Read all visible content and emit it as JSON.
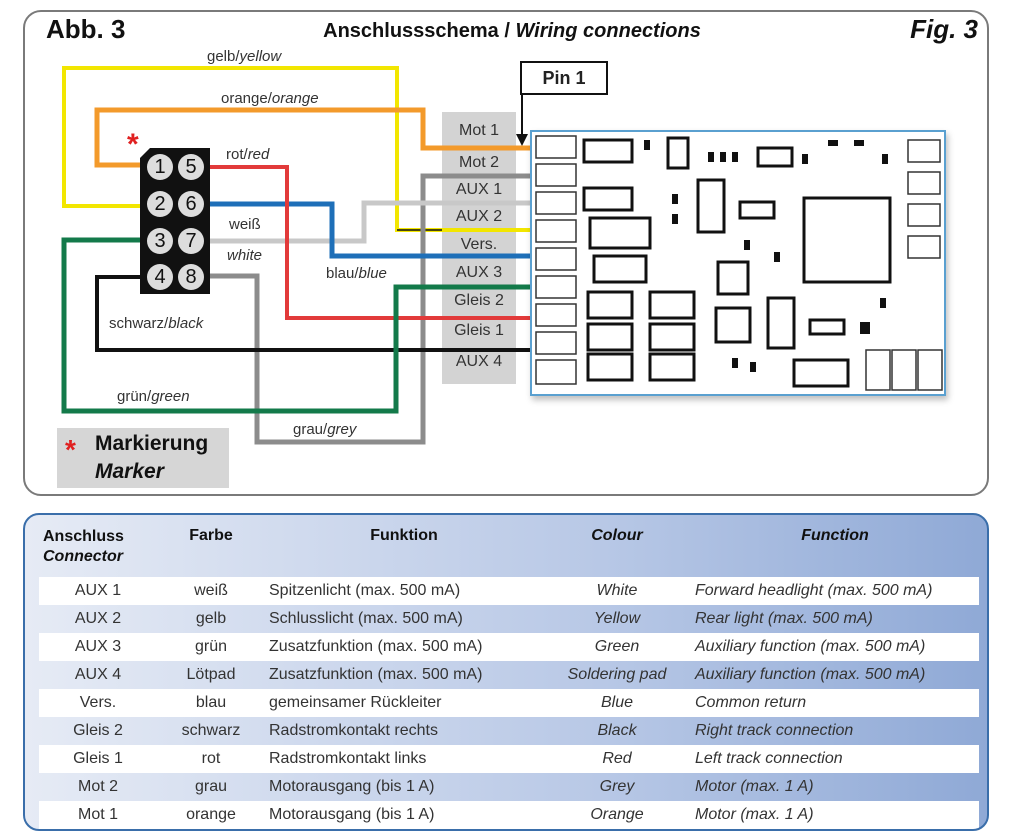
{
  "figure": {
    "abb_label": "Abb. 3",
    "fig_label": "Fig. 3",
    "title_de": "Anschlussschema / ",
    "title_en": "Wiring connections",
    "pin1_label": "Pin 1",
    "marker_de": "Markierung",
    "marker_en": "Marker",
    "marker_symbol": "*",
    "connector_pins": [
      "1",
      "5",
      "2",
      "6",
      "3",
      "7",
      "4",
      "8"
    ],
    "pin_labels": [
      "Mot 1",
      "Mot 2",
      "AUX 1",
      "AUX 2",
      "Vers.",
      "AUX 3",
      "Gleis 2",
      "Gleis 1",
      "AUX 4"
    ],
    "wire_labels": {
      "yellow": {
        "de": "gelb/",
        "en": "yellow"
      },
      "orange": {
        "de": "orange/",
        "en": "orange"
      },
      "red": {
        "de": "rot/",
        "en": "red"
      },
      "white_de": "weiß",
      "white_en": "white",
      "blue": {
        "de": "blau/",
        "en": "blue"
      },
      "black": {
        "de": "schwarz/",
        "en": "black"
      },
      "green": {
        "de": "grün/",
        "en": "green"
      },
      "grey": {
        "de": "grau/",
        "en": "grey"
      }
    },
    "wire_colors": {
      "yellow": "#f2e600",
      "orange": "#f39a2b",
      "red": "#e23a3a",
      "blue": "#1e6fb8",
      "white": "#c8c8c8",
      "grey": "#8c8c8c",
      "black": "#111111",
      "green": "#137a4a"
    }
  },
  "table": {
    "headers": {
      "connector_de": "Anschluss",
      "connector_en": "Connector",
      "farbe": "Farbe",
      "funktion": "Funktion",
      "colour": "Colour",
      "function": "Function"
    },
    "rows": [
      {
        "connector": "AUX 1",
        "farbe": "weiß",
        "funktion": "Spitzenlicht (max. 500 mA)",
        "colour": "White",
        "function": "Forward headlight (max. 500 mA)"
      },
      {
        "connector": "AUX 2",
        "farbe": "gelb",
        "funktion": "Schlusslicht (max. 500 mA)",
        "colour": "Yellow",
        "function": "Rear light (max. 500 mA)"
      },
      {
        "connector": "AUX 3",
        "farbe": "grün",
        "funktion": "Zusatzfunktion (max. 500 mA)",
        "colour": "Green",
        "function": "Auxiliary function (max. 500 mA)"
      },
      {
        "connector": "AUX 4",
        "farbe": "Lötpad",
        "funktion": "Zusatzfunktion (max. 500 mA)",
        "colour": "Soldering pad",
        "function": "Auxiliary function (max. 500 mA)"
      },
      {
        "connector": "Vers.",
        "farbe": "blau",
        "funktion": "gemeinsamer Rückleiter",
        "colour": "Blue",
        "function": "Common return"
      },
      {
        "connector": "Gleis 2",
        "farbe": "schwarz",
        "funktion": "Radstromkontakt rechts",
        "colour": "Black",
        "function": "Right track connection"
      },
      {
        "connector": "Gleis 1",
        "farbe": "rot",
        "funktion": "Radstromkontakt links",
        "colour": "Red",
        "function": "Left track connection"
      },
      {
        "connector": "Mot 2",
        "farbe": "grau",
        "funktion": "Motorausgang (bis 1 A)",
        "colour": "Grey",
        "function": "Motor (max. 1 A)"
      },
      {
        "connector": "Mot 1",
        "farbe": "orange",
        "funktion": "Motorausgang (bis 1 A)",
        "colour": "Orange",
        "function": "Motor (max. 1 A)"
      }
    ]
  }
}
